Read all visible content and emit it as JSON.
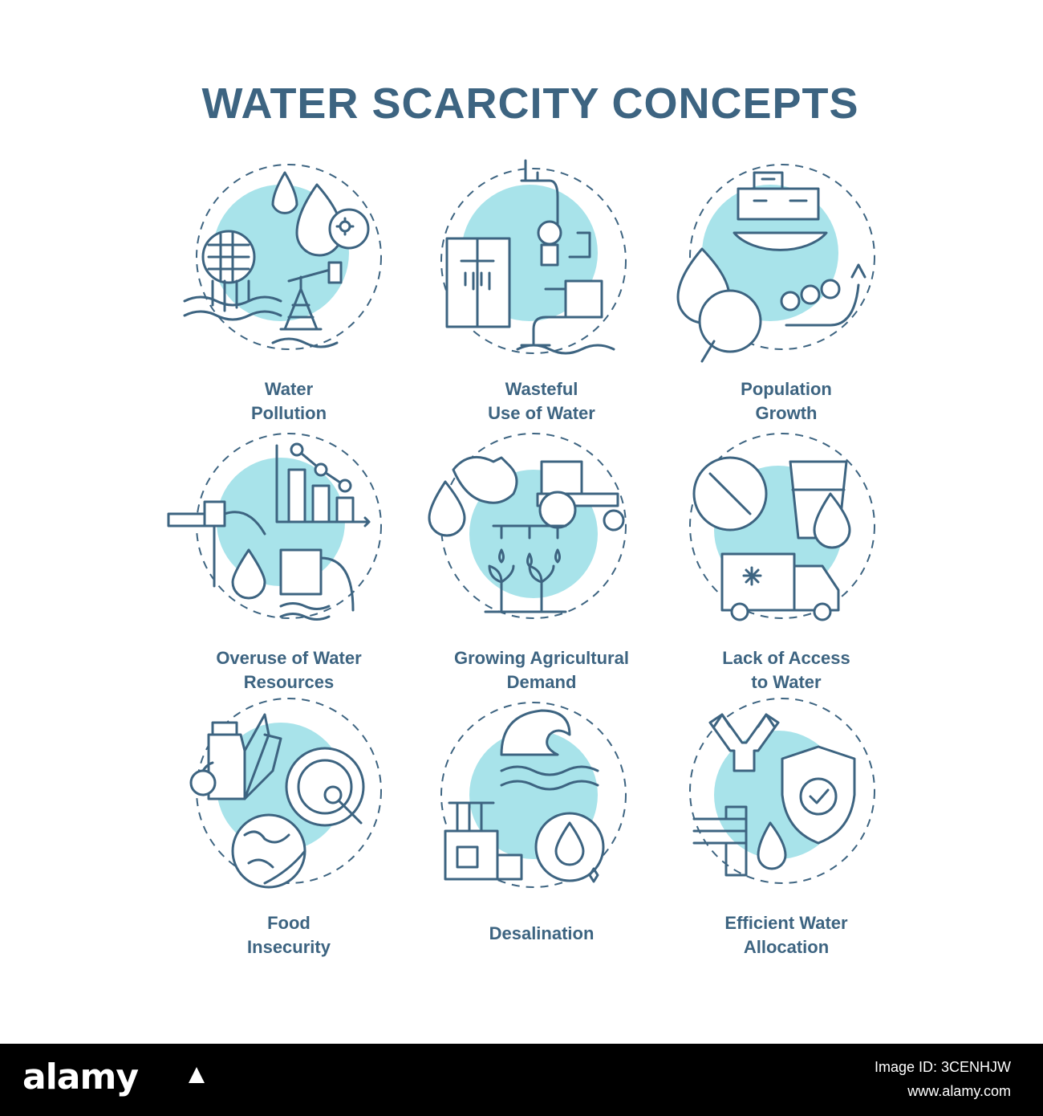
{
  "title": "WATER SCARCITY CONCEPTS",
  "items": [
    {
      "line1": "Water",
      "line2": "Pollution",
      "icon": "water-pollution-icon"
    },
    {
      "line1": "Wasteful",
      "line2": "Use of Water",
      "icon": "wasteful-water-use-icon"
    },
    {
      "line1": "Population",
      "line2": "Growth",
      "icon": "population-growth-icon"
    },
    {
      "line1": "Overuse of Water",
      "line2": "Resources",
      "icon": "overuse-resources-icon"
    },
    {
      "line1": "Growing Agricultural",
      "line2": "Demand",
      "icon": "agricultural-demand-icon"
    },
    {
      "line1": "Lack of Access",
      "line2": "to Water",
      "icon": "lack-of-access-icon"
    },
    {
      "line1": "Food",
      "line2": "Insecurity",
      "icon": "food-insecurity-icon"
    },
    {
      "line1": "Desalination",
      "line2": "",
      "icon": "desalination-icon"
    },
    {
      "line1": "Efficient Water",
      "line2": "Allocation",
      "icon": "water-allocation-icon"
    }
  ],
  "footer": {
    "brand": "alamy",
    "image_id_label": "Image ID: 3CENHJW",
    "site": "www.alamy.com"
  },
  "colors": {
    "accent": "#3d6481",
    "light": "#a8e3ea",
    "footer_bg": "#000000"
  }
}
